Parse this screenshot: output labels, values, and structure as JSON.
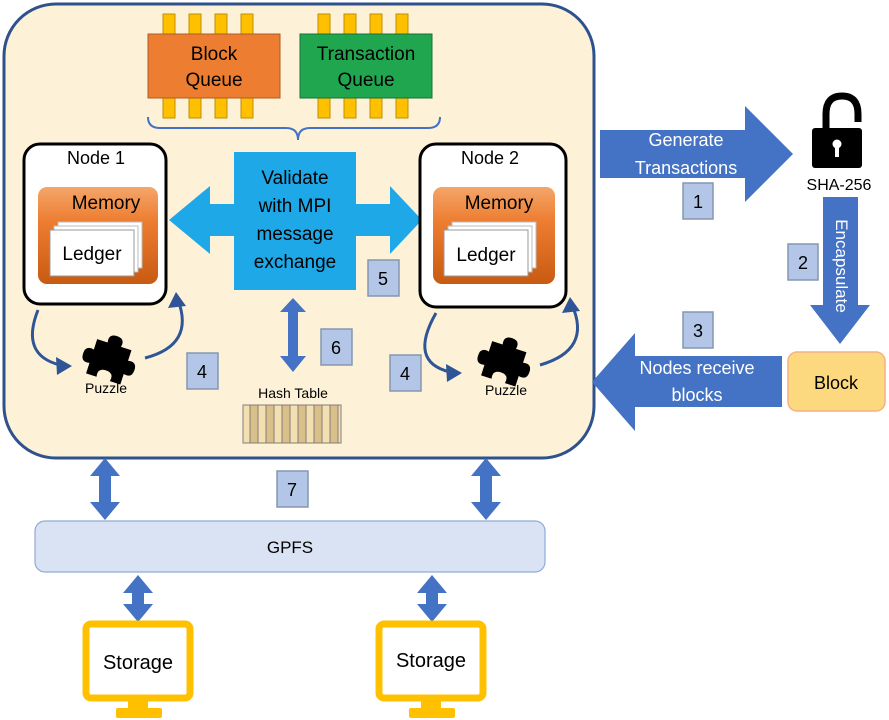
{
  "queues": {
    "block_queue": [
      "Block",
      "Queue"
    ],
    "transaction_queue": [
      "Transaction",
      "Queue"
    ]
  },
  "nodes": [
    {
      "title": "Node 1",
      "memory": "Memory",
      "ledger": "Ledger",
      "puzzle": "Puzzle"
    },
    {
      "title": "Node 2",
      "memory": "Memory",
      "ledger": "Ledger",
      "puzzle": "Puzzle"
    }
  ],
  "validate": [
    "Validate",
    "with MPI",
    "message",
    "exchange"
  ],
  "hash_table": "Hash Table",
  "generate": [
    "Generate",
    "Transactions"
  ],
  "sha": "SHA-256",
  "encapsulate": "Encapsulate",
  "block": "Block",
  "nodes_receive": [
    "Nodes receive",
    "blocks"
  ],
  "gpfs": "GPFS",
  "storage": [
    "Storage",
    "Storage"
  ],
  "steps": {
    "generate": "1",
    "encapsulate": "2",
    "receive": "3",
    "puzzle_left": "4",
    "puzzle_right": "4",
    "validate": "5",
    "hash": "6",
    "gpfs": "7"
  },
  "colors": {
    "cluster_fill": "#fdf2d8",
    "block_queue": "#ed7d31",
    "transaction_queue": "#21a650",
    "queue_slot": "#ffc000",
    "validate": "#1fa8e8",
    "arrow_blue": "#4472c4",
    "block_box": "#fcd97f",
    "storage": "#ffc000",
    "gpfs": "#dae3f3"
  }
}
